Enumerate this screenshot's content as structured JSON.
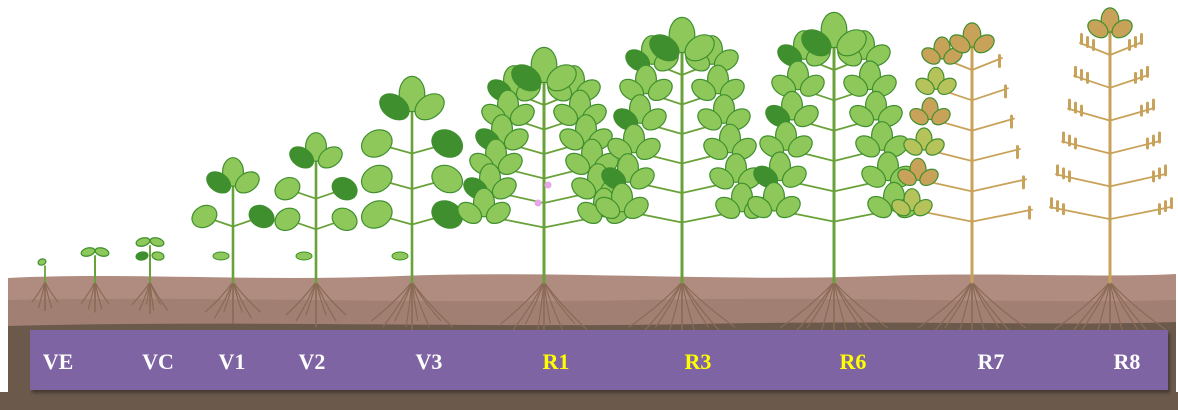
{
  "colors": {
    "sky": "#ffffff",
    "soil_top": "#b08c80",
    "soil_mid": "#987568",
    "soil_dark": "#6b5a4c",
    "root": "#8a6a55",
    "leaf_light": "#8ec85a",
    "leaf_dark": "#3f8f2e",
    "stem_green": "#6aa23a",
    "senescent": "#c9a25a",
    "flower": "#e6a6e6",
    "label_bar": "#7f64a3",
    "label_vegetative": "#ffffff",
    "label_reproductive": "#ffff00"
  },
  "stages": [
    {
      "label": "VE",
      "phase": "vegetative"
    },
    {
      "label": "VC",
      "phase": "vegetative"
    },
    {
      "label": "V1",
      "phase": "vegetative"
    },
    {
      "label": "V2",
      "phase": "vegetative"
    },
    {
      "label": "V3",
      "phase": "vegetative"
    },
    {
      "label": "R1",
      "phase": "reproductive"
    },
    {
      "label": "R3",
      "phase": "reproductive"
    },
    {
      "label": "R6",
      "phase": "reproductive"
    },
    {
      "label": "R7",
      "phase": "maturity"
    },
    {
      "label": "R8",
      "phase": "maturity"
    }
  ]
}
